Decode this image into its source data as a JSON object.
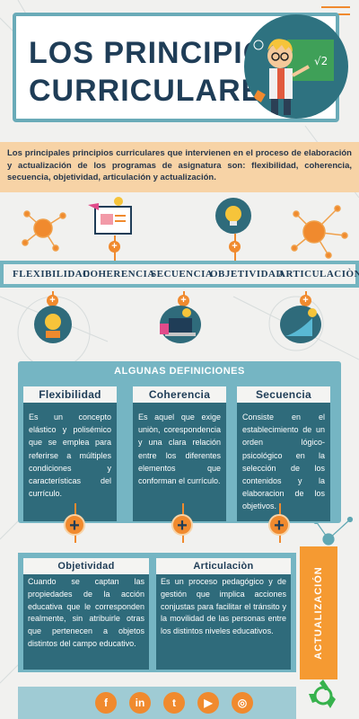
{
  "title": {
    "line1": "LOS PRINCIPIOS",
    "line2": "CURRICULARES"
  },
  "intro": "Los principales principios curriculares que intervienen en el proceso de elaboración y actualización de los programas de asignatura son: flexibilidad, coherencia, secuencia, objetividad, articulación y actualización.",
  "principles": [
    "FLEXIBILIDAD",
    "COHERENCIA",
    "SECUENCIA",
    "OBJETIVIDAD",
    "ARTICULACIÒN"
  ],
  "definitions": {
    "title": "ALGUNAS DEFINICIONES",
    "items": [
      {
        "name": "Flexibilidad",
        "text": "Es un concepto elástico y polisémico que se emplea para referirse a múltiples condiciones y características del currículo."
      },
      {
        "name": "Coherencia",
        "text": "Es aquel que exige uniòn, corespondencia y una clara relación entre los diferentes elementos que conforman el currículo."
      },
      {
        "name": "Secuencia",
        "text": "Consiste en el establecimiento de un orden lógico-psicológico en la selección de los contenidos y la elaboracion de los objetivos."
      }
    ]
  },
  "lower": [
    {
      "name": "Objetividad",
      "text": "Cuando se captan las propiedades de la acción educativa que le corresponden realmente, sin atribuirle otras que pertenecen a objetos distintos del campo educativo."
    },
    {
      "name": "Articulaciòn",
      "text": "Es un proceso pedagógico y de gestión que implica acciones conjustas para facilitar el tránsito y la movilidad de las personas entre los distintos niveles educativos."
    }
  ],
  "actualizacion": "ACTUALIZACIÓN",
  "social": [
    {
      "icon": "facebook-icon",
      "glyph": "f"
    },
    {
      "icon": "linkedin-icon",
      "glyph": "in"
    },
    {
      "icon": "twitter-icon",
      "glyph": "t"
    },
    {
      "icon": "youtube-icon",
      "glyph": "▶"
    },
    {
      "icon": "instagram-icon",
      "glyph": "◎"
    }
  ],
  "colors": {
    "accent": "#f08a2e",
    "teal": "#75b5c3",
    "dark_teal": "#2f6b7b",
    "navy": "#1f3d57",
    "peach": "#f7d3a6"
  }
}
